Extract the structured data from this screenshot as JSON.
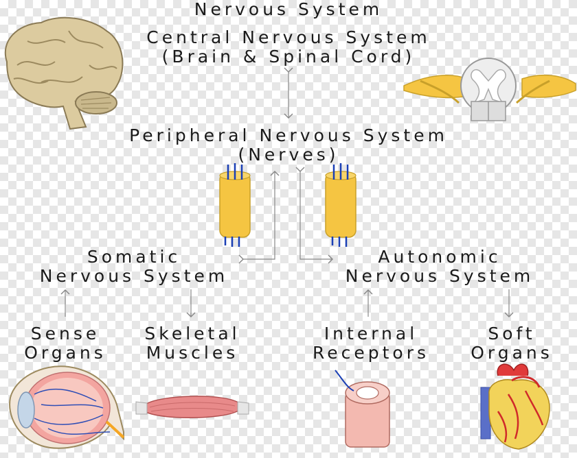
{
  "title": "Nervous System",
  "cns": {
    "line1": "Central Nervous System",
    "line2": "(Brain & Spinal Cord)"
  },
  "pns": {
    "line1": "Peripheral Nervous System",
    "line2": "(Nerves)"
  },
  "somatic": {
    "line1": "Somatic",
    "line2": "Nervous System"
  },
  "autonomic": {
    "line1": "Autonomic",
    "line2": "Nervous System"
  },
  "sense": {
    "line1": "Sense",
    "line2": "Organs"
  },
  "skeletal": {
    "line1": "Skeletal",
    "line2": "Muscles"
  },
  "internal": {
    "line1": "Internal",
    "line2": "Receptors"
  },
  "soft": {
    "line1": "Soft",
    "line2": "Organs"
  },
  "colors": {
    "nerve": "#f5c542",
    "brain": "#dccb9f",
    "muscle": "#e88a8a",
    "arrow": "#888888"
  },
  "icons": [
    "brain-icon",
    "spinal-cord-icon",
    "nerve-bundle-icon",
    "eye-icon",
    "muscle-icon",
    "blood-vessel-icon",
    "heart-icon"
  ]
}
